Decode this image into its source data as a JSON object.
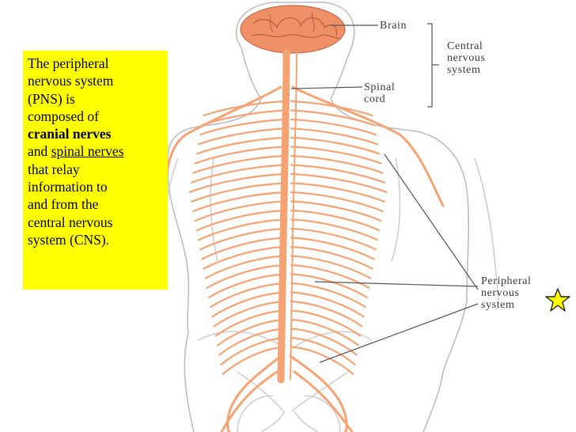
{
  "labels": {
    "brain": "Brain",
    "cns_line1": "Central",
    "cns_line2": "nervous",
    "cns_line3": "system",
    "spinal_line1": "Spinal",
    "spinal_line2": "cord",
    "pns_line1": "Peripheral",
    "pns_line2": "nervous",
    "pns_line3": "system"
  },
  "info_box": {
    "line1": "The peripheral",
    "line2": "nervous system",
    "line3": "(PNS) is",
    "line4": "composed of",
    "bold_term": "cranial nerves",
    "and_word": "and",
    "underline_term": "spinal nerves",
    "line7": "that relay",
    "line8": "information to",
    "line9": "and from the",
    "line10": "central nervous",
    "line11": "system (CNS)."
  },
  "colors": {
    "nerve": "#f5a373",
    "brain": "#ef9068",
    "outline": "#bbbbbb",
    "highlight": "#ffff00",
    "star": "#ffff00"
  },
  "icons": {
    "star": "star-icon"
  }
}
